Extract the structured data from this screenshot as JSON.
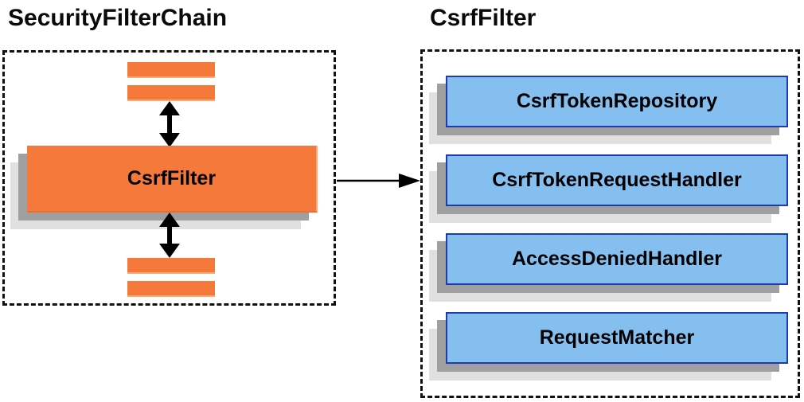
{
  "left_panel": {
    "title": "SecurityFilterChain",
    "filter_box_label": "CsrfFilter"
  },
  "right_panel": {
    "title": "CsrfFilter",
    "components": [
      "CsrfTokenRepository",
      "CsrfTokenRequestHandler",
      "AccessDeniedHandler",
      "RequestMatcher"
    ]
  },
  "colors": {
    "orange_fill": "#f4793b",
    "blue_fill": "#85bff0",
    "blue_border": "#1f3bb0",
    "shadow_medium": "#9f9f9f",
    "shadow_light": "#e0e0e0",
    "dashed_border": "#111111",
    "arrow": "#000000"
  }
}
